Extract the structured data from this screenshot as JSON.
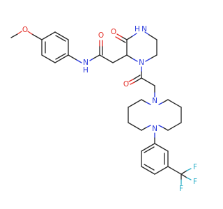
{
  "colors": {
    "carbon_bond": "#2a2a2a",
    "oxygen": "#e4322b",
    "nitrogen": "#2b3bdc",
    "fluorine": "#2fb0c8",
    "background": "#ffffff"
  },
  "atoms": {
    "methoxy_o": "O",
    "amide_o_left": "O",
    "amide_nh": "N\nH",
    "lactam_nh": "HN",
    "lactam_o": "O",
    "piperazinone_n": "N",
    "acyl_o": "O",
    "pip_n_top": "N",
    "pip_n_bottom": "N",
    "f_top": "F",
    "f_right": "F",
    "f_bottom": "F"
  },
  "labels": {
    "methoxy_o": "O",
    "amide_o_left": "O",
    "amide_n": "N",
    "amide_h": "H",
    "lactam_h": "H",
    "lactam_n": "N",
    "lactam_o": "O",
    "piperazinone_n": "N",
    "acyl_o": "O",
    "pip_n_top": "N",
    "pip_n_bottom": "N",
    "f_top": "F",
    "f_right": "F",
    "f_bottom": "F"
  }
}
